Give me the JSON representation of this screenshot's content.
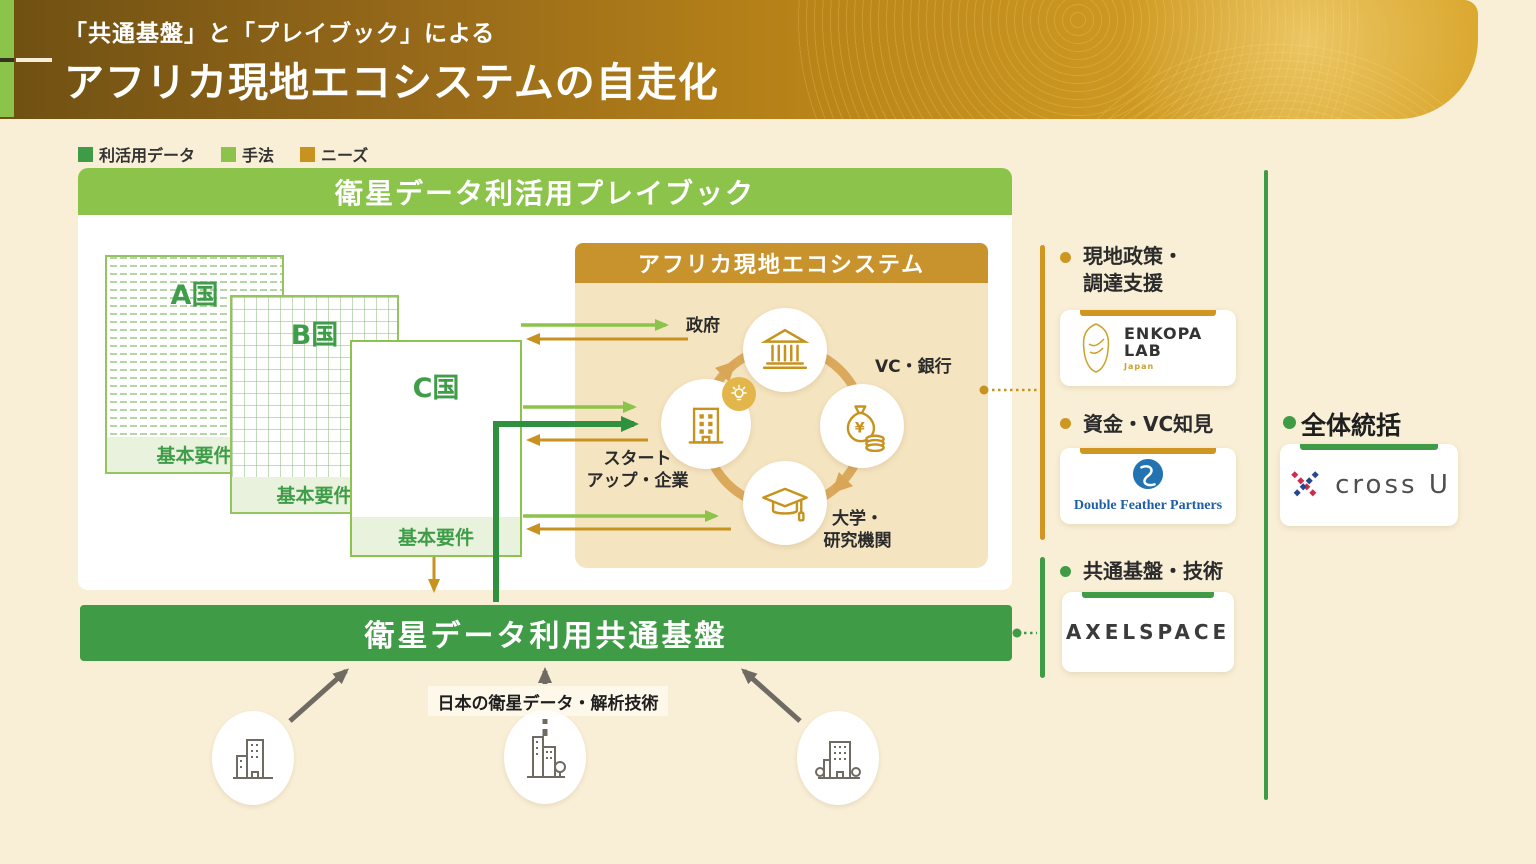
{
  "header": {
    "subtitle": "「共通基盤」と「プレイブック」による",
    "title": "アフリカ現地エコシステムの自走化"
  },
  "legend": {
    "items": [
      {
        "label": "利活用データ",
        "color": "#3f9b45"
      },
      {
        "label": "手法",
        "color": "#8cc34b"
      },
      {
        "label": "ニーズ",
        "color": "#c8921f"
      }
    ]
  },
  "playbook": {
    "title": "衛星データ利活用プレイブック",
    "countries": [
      {
        "name": "A国",
        "requirement": "基本要件",
        "pattern": "dashed-lines"
      },
      {
        "name": "B国",
        "requirement": "基本要件",
        "pattern": "grid"
      },
      {
        "name": "C国",
        "requirement": "基本要件",
        "pattern": "plain"
      }
    ]
  },
  "ecosystem": {
    "title": "アフリカ現地エコシステム",
    "actors": {
      "government": {
        "label": "政府",
        "icon": "bank-building-icon"
      },
      "vc_bank": {
        "label": "VC・銀行",
        "icon": "money-bag-icon"
      },
      "startup": {
        "line1": "スタート",
        "line2": "アップ・企業",
        "icon": "office-building-lightbulb-icon"
      },
      "university": {
        "line1": "大学・",
        "line2": "研究機関",
        "icon": "graduation-cap-icon"
      }
    }
  },
  "platform": {
    "title": "衛星データ利用共通基盤",
    "source_label": "日本の衛星データ・解析技術"
  },
  "partners": {
    "policy": {
      "line1": "現地政策・",
      "line2": "調達支援",
      "org_line1": "ENKOPA",
      "org_line2": "LAB",
      "org_sub": "Japan",
      "accent": "#cf9722"
    },
    "funding": {
      "label": "資金・VC知見",
      "org": "Double Feather Partners",
      "accent": "#cf9722"
    },
    "platform_tech": {
      "label": "共通基盤・技術",
      "org": "AXELSPACE",
      "accent": "#3f9b45"
    }
  },
  "oversight": {
    "label": "全体統括",
    "org": "cross U",
    "accent": "#3f9b45"
  }
}
